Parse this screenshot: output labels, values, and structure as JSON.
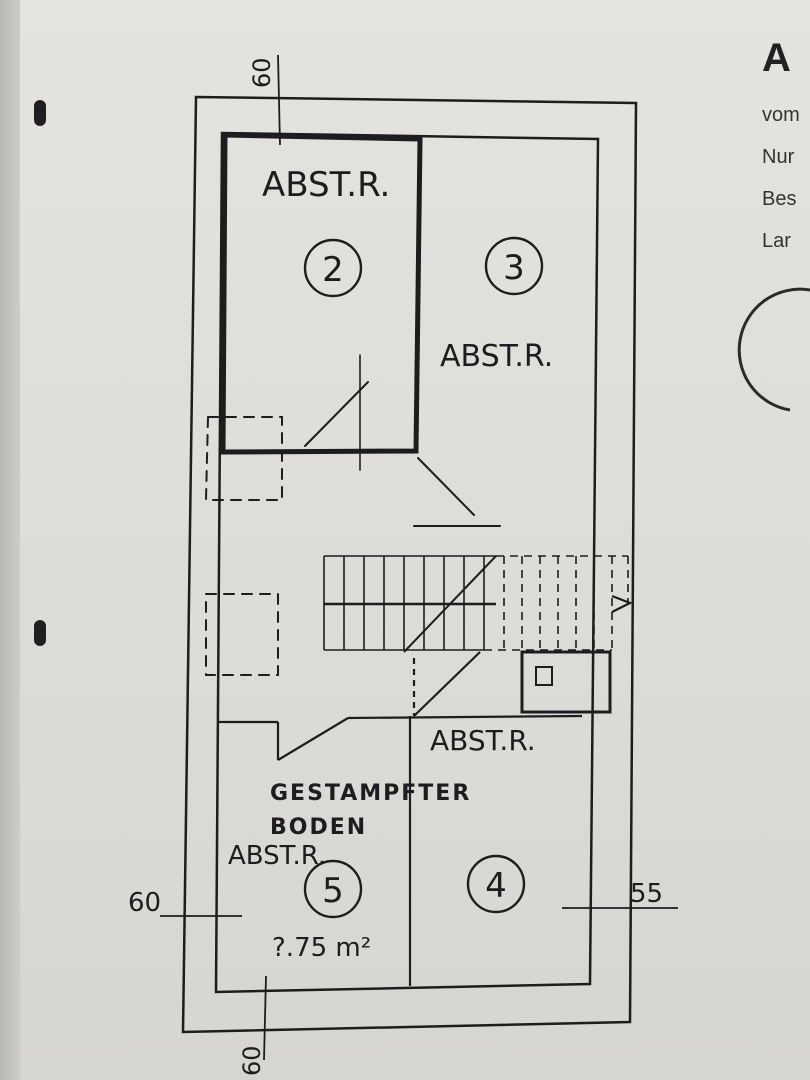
{
  "labels": {
    "room2_type": "ABST.R.",
    "room3_type": "ABST.R.",
    "hall_type": "ABST.R.",
    "room5_type": "ABST.R.",
    "floor_line1": "GESTAMPFTER",
    "floor_line2": "BODEN",
    "room5_area": "?.75 m²"
  },
  "room_numbers": {
    "room2": "2",
    "room3": "3",
    "room4": "4",
    "room5": "5"
  },
  "dimensions": {
    "top": "60",
    "bottom": "60",
    "left": "60",
    "right": "55"
  },
  "side_text": {
    "title": "A",
    "line1": "vom",
    "line2": "Nur",
    "line3": "Bes",
    "line4": "Lar"
  },
  "colors": {
    "paper": "#e2e1dd",
    "ink": "#1d1d1d"
  }
}
